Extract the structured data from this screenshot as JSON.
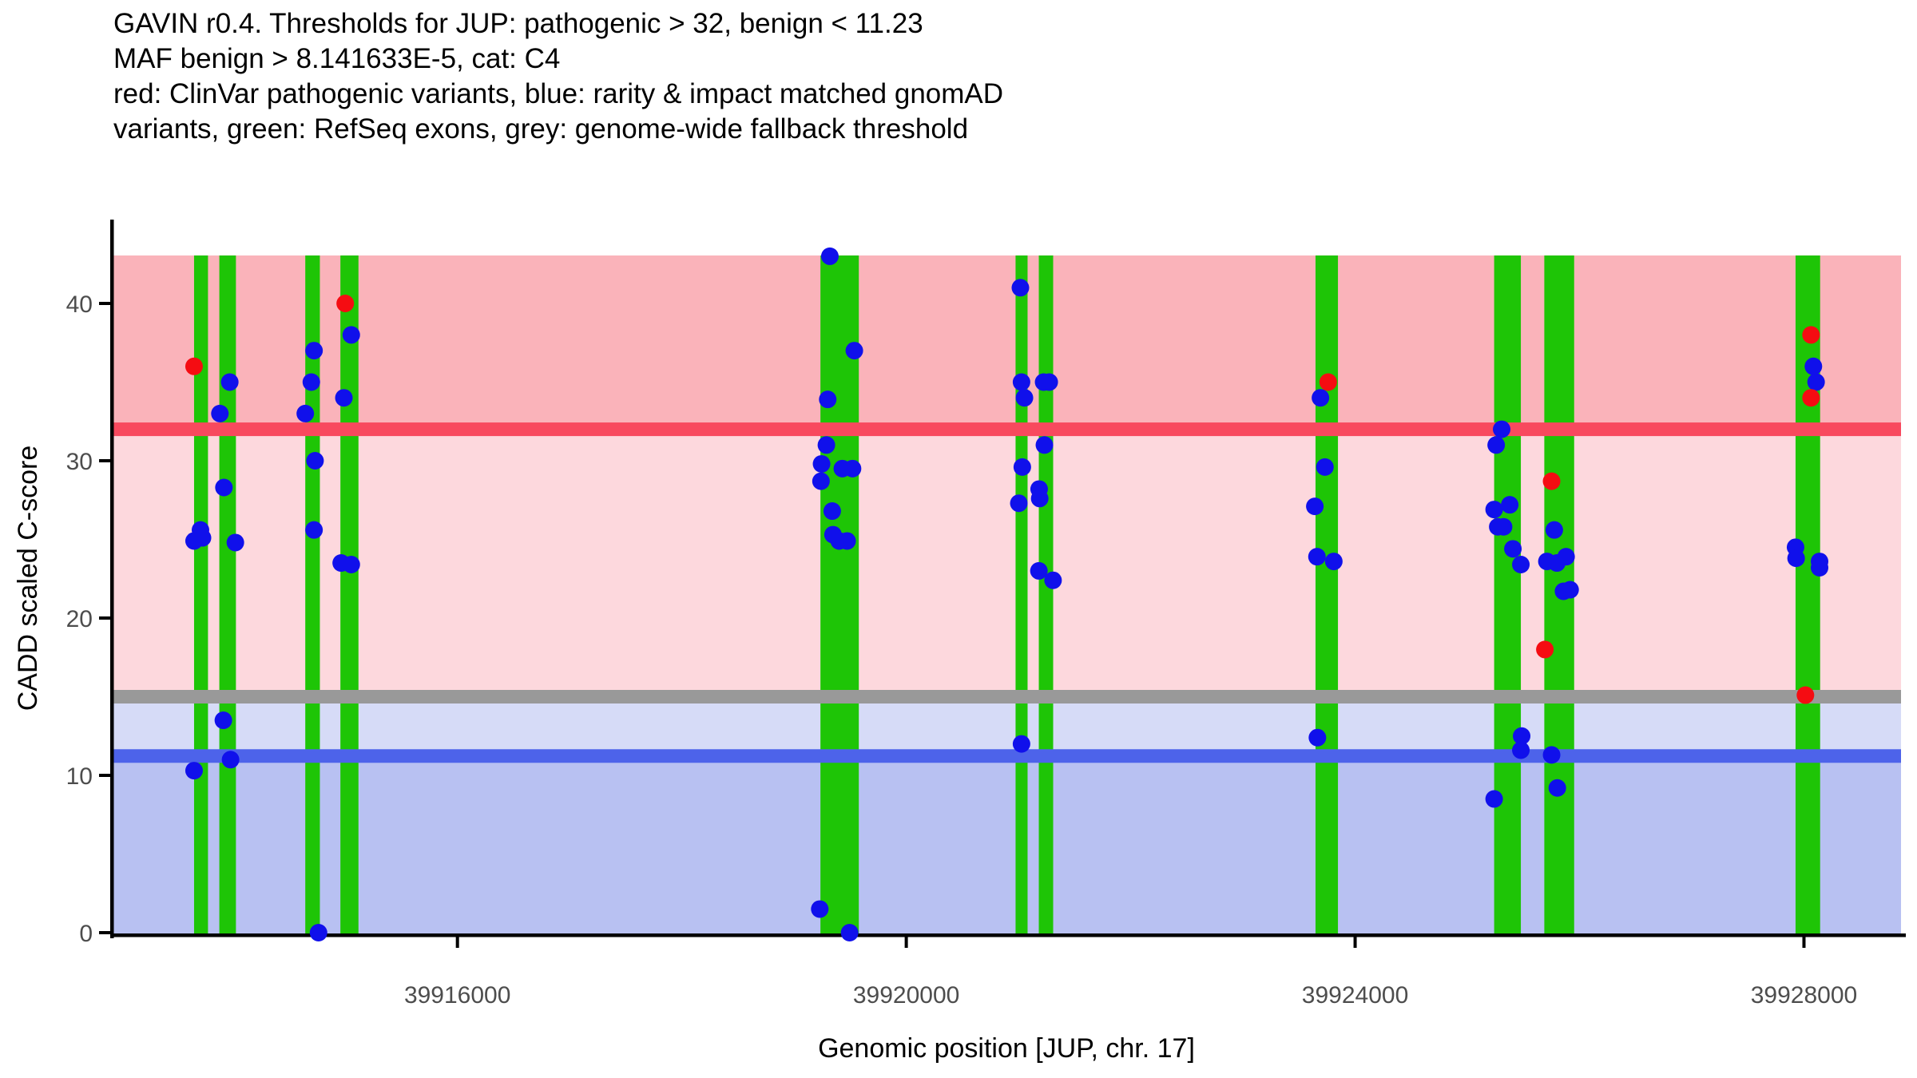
{
  "title_lines": [
    "GAVIN r0.4. Thresholds for JUP: pathogenic > 32, benign < 11.23",
    "MAF benign > 8.141633E-5, cat: C4",
    "red: ClinVar pathogenic variants, blue: rarity & impact matched gnomAD",
    "variants, green: RefSeq exons, grey: genome-wide fallback threshold"
  ],
  "colors": {
    "pathogenic_band": "#FAB3BA",
    "vus_band": "#FDD8DD",
    "benign_light_band": "#D6DBF7",
    "benign_band": "#B8C1F2",
    "pathogenic_line": "#F8495E",
    "fallback_line": "#999999",
    "benign_line": "#4D63EA",
    "exon_green": "#1EC506",
    "clinvar_red": "#F50C12",
    "gnomad_blue": "#1010EB",
    "axis_black": "#000000",
    "tick_text": "#4d4d4d"
  },
  "chart_data": {
    "type": "scatter",
    "title": "GAVIN r0.4. Thresholds for JUP: pathogenic > 32, benign < 11.23 MAF benign > 8.141633E-5, cat: C4",
    "xlabel": "Genomic position [JUP, chr. 17]",
    "ylabel": "CADD scaled C-score",
    "xlim": [
      39912920,
      39928865
    ],
    "ylim": [
      0,
      45.3
    ],
    "band_top_value": 43.05,
    "grid": false,
    "legend_position": "none",
    "x_ticks": [
      {
        "value": 39916000,
        "label": "39916000"
      },
      {
        "value": 39920000,
        "label": "39920000"
      },
      {
        "value": 39924000,
        "label": "39924000"
      },
      {
        "value": 39928000,
        "label": "39928000"
      }
    ],
    "y_ticks": [
      {
        "value": 0,
        "label": "0"
      },
      {
        "value": 10,
        "label": "10"
      },
      {
        "value": 20,
        "label": "20"
      },
      {
        "value": 30,
        "label": "30"
      },
      {
        "value": 40,
        "label": "40"
      }
    ],
    "thresholds": {
      "pathogenic": 32,
      "benign": 11.23,
      "maf_benign": "8.141633E-5",
      "category": "C4",
      "genome_wide_fallback": 15
    },
    "bands": [
      {
        "name": "pathogenic-zone",
        "from": 32,
        "to": 43.05,
        "color": "#FAB3BA"
      },
      {
        "name": "vus-zone",
        "from": 15,
        "to": 32,
        "color": "#FDD8DD"
      },
      {
        "name": "benign-light-zone",
        "from": 11.23,
        "to": 15,
        "color": "#D6DBF7"
      },
      {
        "name": "benign-zone",
        "from": 0,
        "to": 11.23,
        "color": "#B8C1F2"
      }
    ],
    "threshold_lines": [
      {
        "name": "pathogenic-threshold-line",
        "value": 32,
        "color": "#F8495E"
      },
      {
        "name": "genome-wide-fallback-line",
        "value": 15,
        "color": "#999999"
      },
      {
        "name": "benign-threshold-line",
        "value": 11.23,
        "color": "#4D63EA"
      }
    ],
    "exons": [
      [
        39913653,
        39913777
      ],
      [
        39913878,
        39914026
      ],
      [
        39914644,
        39914774
      ],
      [
        39914957,
        39915118
      ],
      [
        39919235,
        39919577
      ],
      [
        39920974,
        39921081
      ],
      [
        39921181,
        39921309
      ],
      [
        39923647,
        39923847
      ],
      [
        39925239,
        39925477
      ],
      [
        39925686,
        39925952
      ],
      [
        39927925,
        39928144
      ]
    ],
    "series": [
      {
        "name": "rarity & impact matched gnomAD variants",
        "color": "#1010EB",
        "points": [
          [
            39913971,
            35.0
          ],
          [
            39913883,
            33.0
          ],
          [
            39913919,
            28.3
          ],
          [
            39913710,
            25.6
          ],
          [
            39913728,
            25.1
          ],
          [
            39913653,
            24.9
          ],
          [
            39914021,
            24.8
          ],
          [
            39913914,
            13.5
          ],
          [
            39913978,
            11.0
          ],
          [
            39913653,
            10.3
          ],
          [
            39914722,
            37.0
          ],
          [
            39914698,
            35.0
          ],
          [
            39914644,
            33.0
          ],
          [
            39914731,
            30.0
          ],
          [
            39914722,
            25.6
          ],
          [
            39915054,
            38.0
          ],
          [
            39914988,
            34.0
          ],
          [
            39914964,
            23.5
          ],
          [
            39915054,
            23.4
          ],
          [
            39914762,
            0.0
          ],
          [
            39919319,
            43.0
          ],
          [
            39919537,
            37.0
          ],
          [
            39919300,
            33.9
          ],
          [
            39919288,
            31.0
          ],
          [
            39919245,
            29.8
          ],
          [
            39919240,
            28.7
          ],
          [
            39919430,
            29.5
          ],
          [
            39919521,
            29.5
          ],
          [
            39919340,
            26.8
          ],
          [
            39919347,
            25.3
          ],
          [
            39919402,
            24.9
          ],
          [
            39919473,
            24.9
          ],
          [
            39919229,
            1.5
          ],
          [
            39919495,
            0.0
          ],
          [
            39921017,
            41.0
          ],
          [
            39921027,
            35.0
          ],
          [
            39921224,
            35.0
          ],
          [
            39921274,
            35.0
          ],
          [
            39921053,
            34.0
          ],
          [
            39921231,
            31.0
          ],
          [
            39921034,
            29.6
          ],
          [
            39921184,
            28.2
          ],
          [
            39921189,
            27.6
          ],
          [
            39921003,
            27.3
          ],
          [
            39921182,
            23.0
          ],
          [
            39921308,
            22.4
          ],
          [
            39921027,
            12.0
          ],
          [
            39923691,
            34.0
          ],
          [
            39923731,
            29.6
          ],
          [
            39923641,
            27.1
          ],
          [
            39923660,
            23.9
          ],
          [
            39923810,
            23.6
          ],
          [
            39923664,
            12.4
          ],
          [
            39925306,
            32.0
          ],
          [
            39925257,
            31.0
          ],
          [
            39925378,
            27.2
          ],
          [
            39925239,
            26.9
          ],
          [
            39925271,
            25.8
          ],
          [
            39925323,
            25.8
          ],
          [
            39925775,
            25.6
          ],
          [
            39925406,
            24.4
          ],
          [
            39925477,
            23.4
          ],
          [
            39925709,
            23.6
          ],
          [
            39925798,
            23.5
          ],
          [
            39925880,
            23.9
          ],
          [
            39925857,
            21.7
          ],
          [
            39925916,
            21.8
          ],
          [
            39925484,
            12.5
          ],
          [
            39925477,
            11.6
          ],
          [
            39925751,
            11.3
          ],
          [
            39925802,
            9.2
          ],
          [
            39925239,
            8.5
          ],
          [
            39928084,
            36.0
          ],
          [
            39928108,
            35.0
          ],
          [
            39927925,
            24.5
          ],
          [
            39927930,
            23.8
          ],
          [
            39928139,
            23.6
          ],
          [
            39928139,
            23.2
          ]
        ]
      },
      {
        "name": "ClinVar pathogenic variants",
        "color": "#F50C12",
        "points": [
          [
            39913653,
            36.0
          ],
          [
            39915000,
            40.0
          ],
          [
            39923760,
            35.0
          ],
          [
            39925751,
            28.7
          ],
          [
            39925691,
            18.0
          ],
          [
            39928063,
            38.0
          ],
          [
            39928063,
            34.0
          ],
          [
            39928013,
            15.1
          ]
        ]
      }
    ]
  },
  "axis": {
    "x_label": "Genomic position [JUP, chr. 17]",
    "y_label": "CADD scaled C-score"
  }
}
